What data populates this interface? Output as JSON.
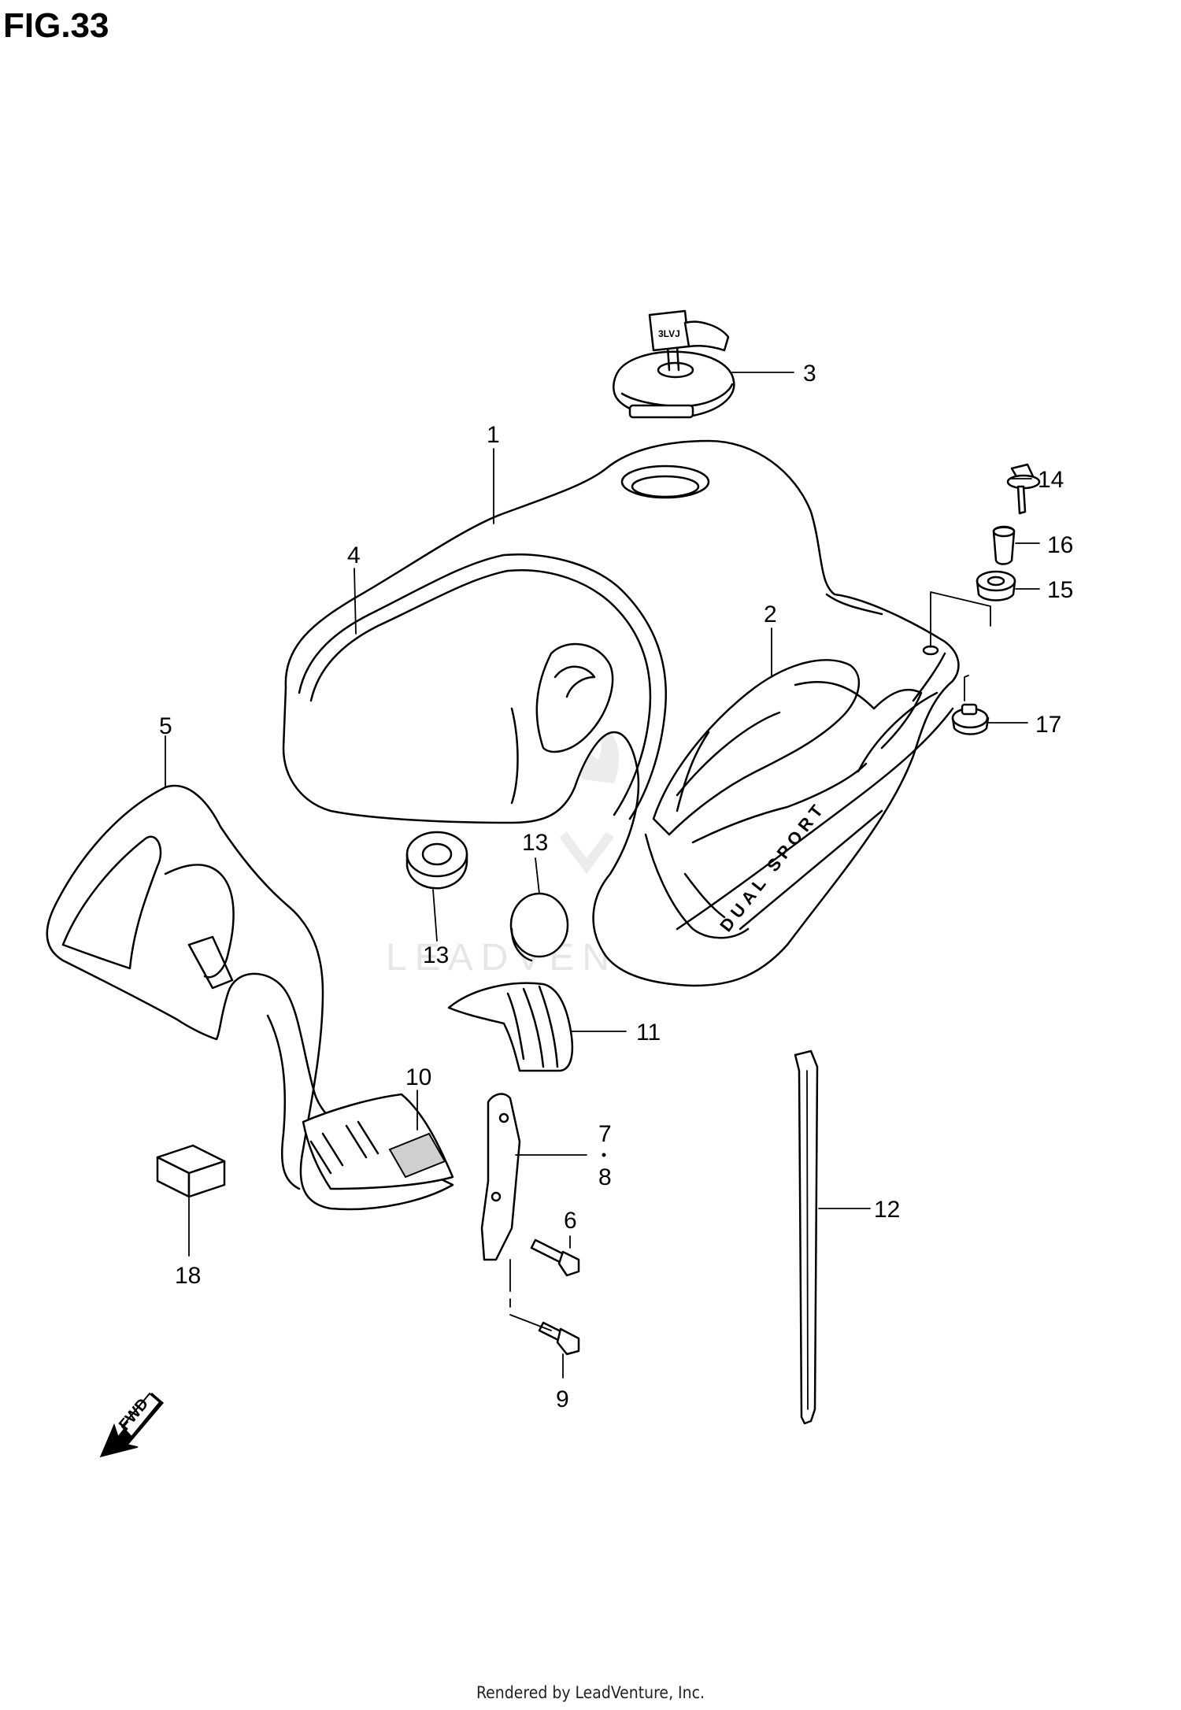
{
  "figure": {
    "title": "FIG.33"
  },
  "footer": {
    "text": "Rendered by LeadVenture, Inc."
  },
  "watermark": {
    "text": "LEADVENTURE"
  },
  "decal": {
    "text": "DUAL SPORT"
  },
  "fwd_arrow": {
    "label": "FWD"
  },
  "callouts": {
    "c1": "1",
    "c2": "2",
    "c3": "3",
    "c4": "4",
    "c5": "5",
    "c6": "6",
    "c7": "7",
    "c8": "8",
    "c9": "9",
    "c10": "10",
    "c11": "11",
    "c12": "12",
    "c13a": "13",
    "c13b": "13",
    "c14": "14",
    "c15": "15",
    "c16": "16",
    "c17": "17",
    "c18": "18"
  }
}
